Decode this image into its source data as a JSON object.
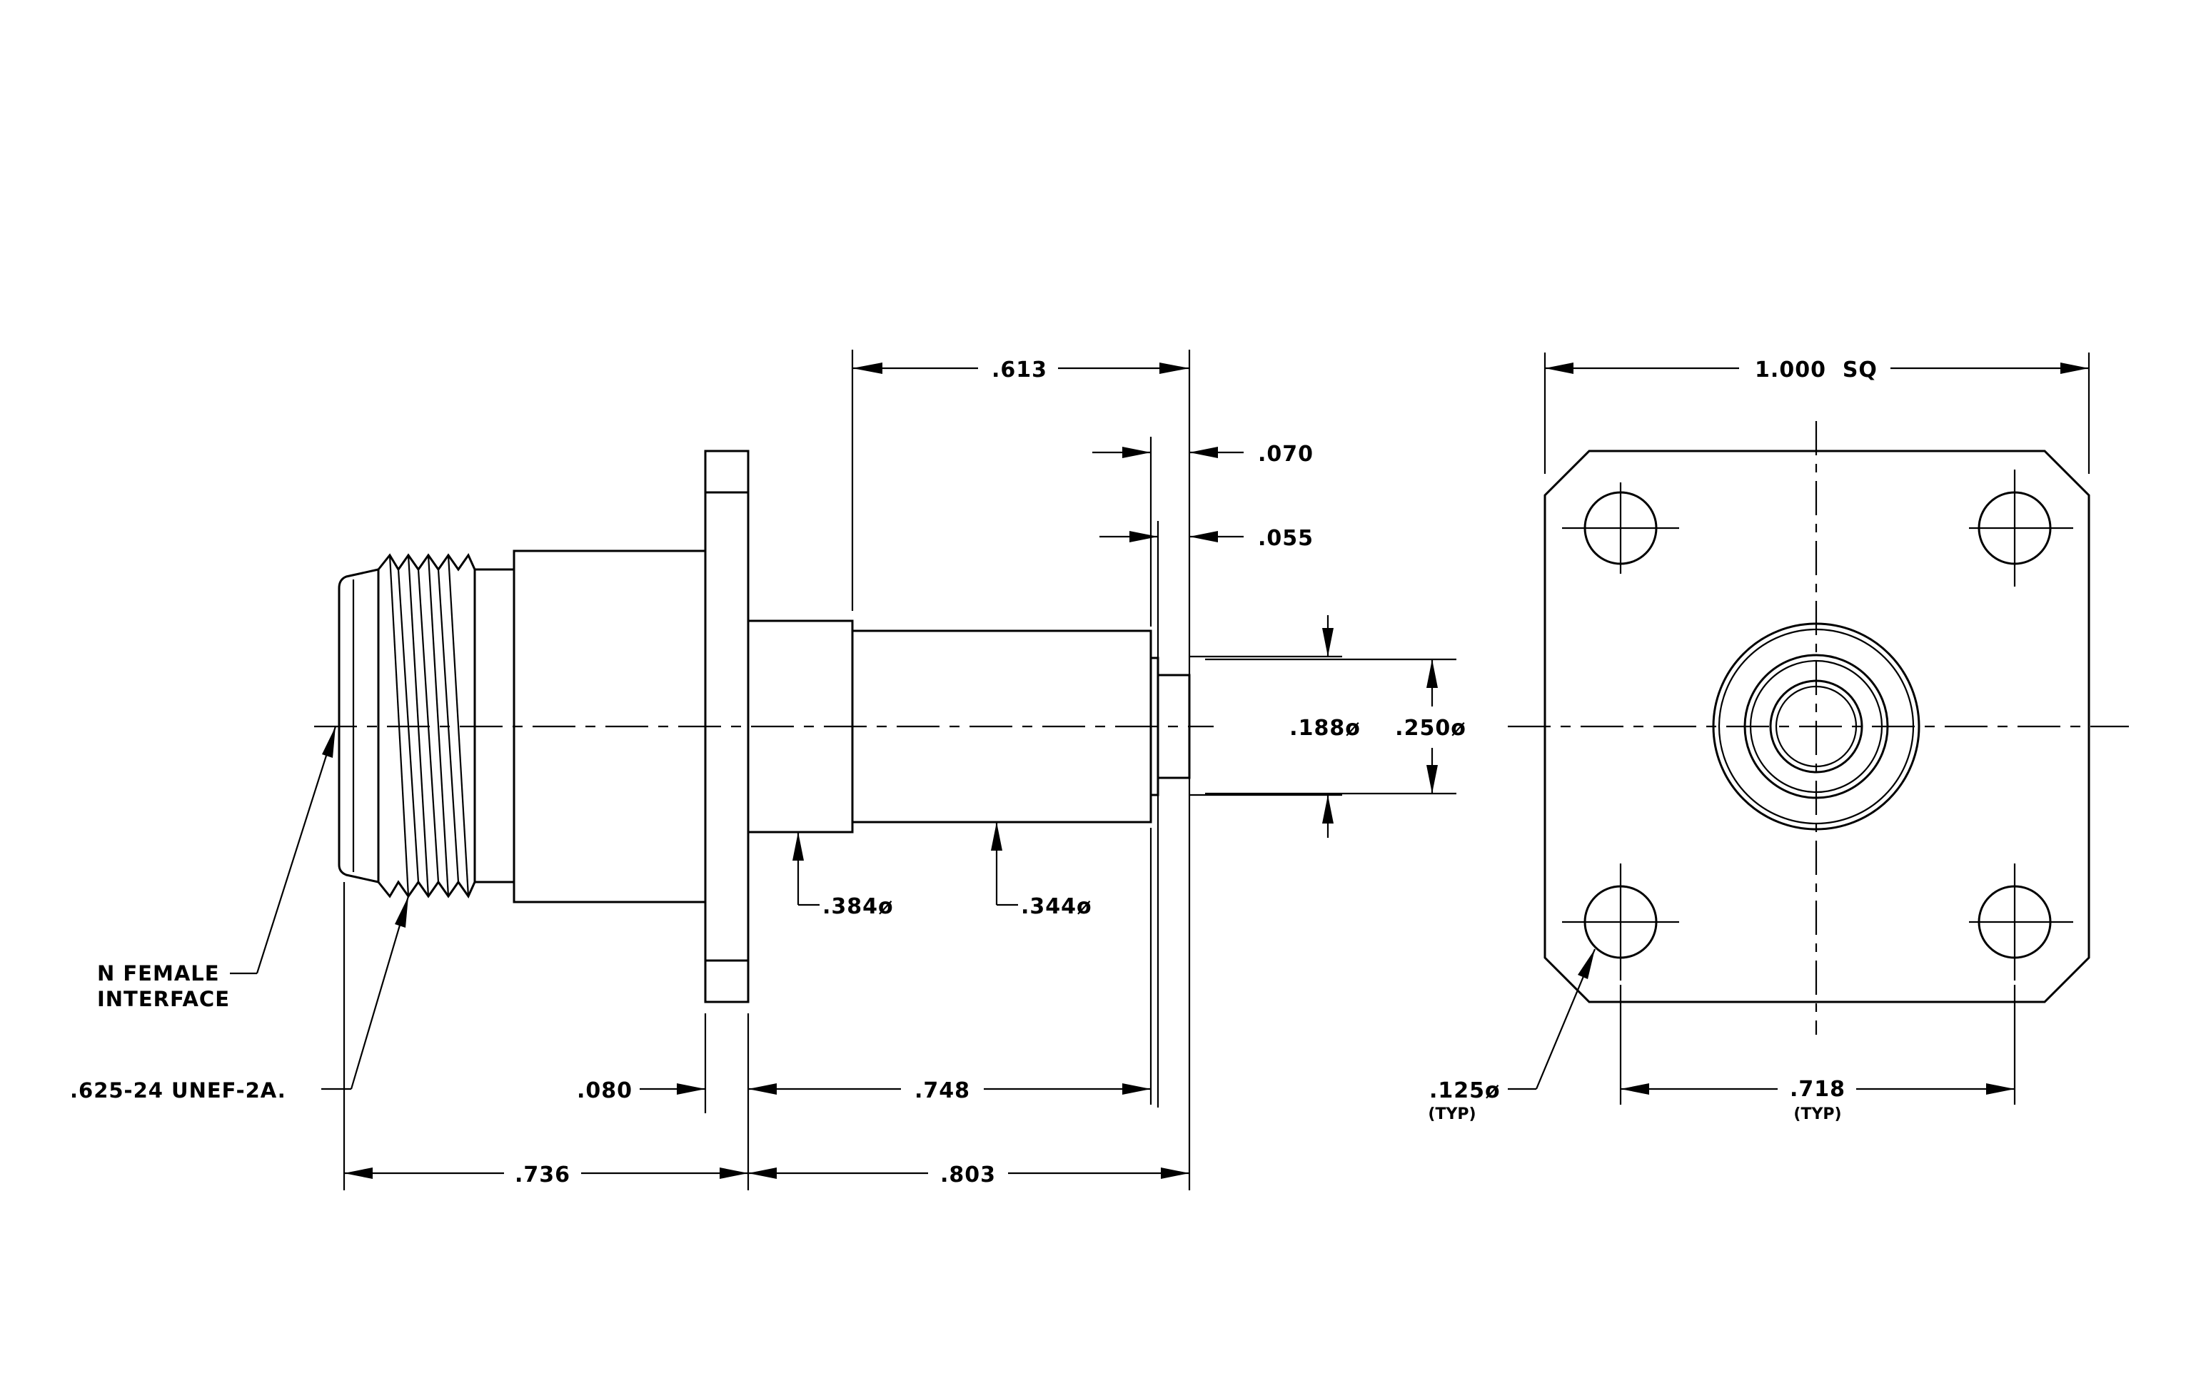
{
  "dimensions": {
    "d613": ".613",
    "d070": ".070",
    "d055": ".055",
    "d188": ".188ø",
    "d250": ".250ø",
    "d384": ".384ø",
    "d344": ".344ø",
    "d080": ".080",
    "d748": ".748",
    "d736": ".736",
    "d803": ".803",
    "d1000": "1.000  SQ",
    "d125": ".125ø",
    "d718": ".718",
    "typ": "(TYP)"
  },
  "notes": {
    "interface_line1": "N  FEMALE",
    "interface_line2": "INTERFACE",
    "thread": ".625-24  UNEF-2A."
  }
}
